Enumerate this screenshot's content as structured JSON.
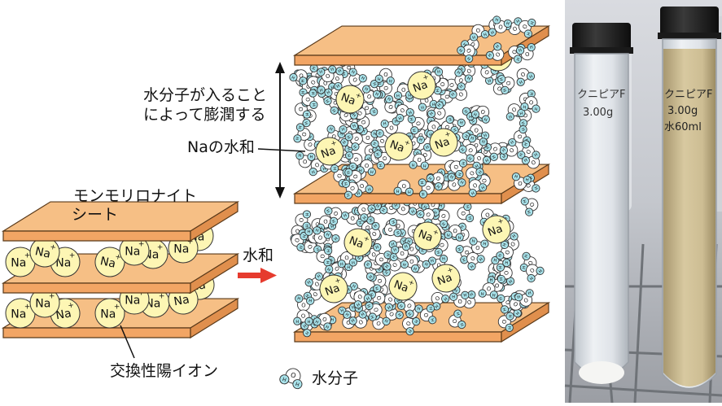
{
  "diagram": {
    "label_sheet_line1": "モンモリロナイト",
    "label_sheet_line2": "シート",
    "label_exchangeable_cation": "交換性陽イオン",
    "label_hydration_arrow": "水和",
    "label_swelling_line1": "水分子が入ること",
    "label_swelling_line2": "によって膨潤する",
    "label_na_hydration": "Naの水和",
    "label_water_molecule": "水分子",
    "ion_symbol": "Na",
    "ion_charge": "+",
    "water_h": "H",
    "water_o": "O",
    "water_charge": "2-"
  },
  "photo": {
    "tube_left_line1": "クニピアF",
    "tube_left_line2": "3.00g",
    "tube_right_line1": "クニピアF",
    "tube_right_line2": "3.00g",
    "tube_right_line3": "水60ml"
  },
  "colors": {
    "sheet_top": "#f6bf85",
    "sheet_side": "#f2a564",
    "sheet_stroke": "#5a3a1a",
    "na_fill": "#fdf6b4",
    "h_fill": "#a8e2ea",
    "arrow": "#e63b2e"
  }
}
